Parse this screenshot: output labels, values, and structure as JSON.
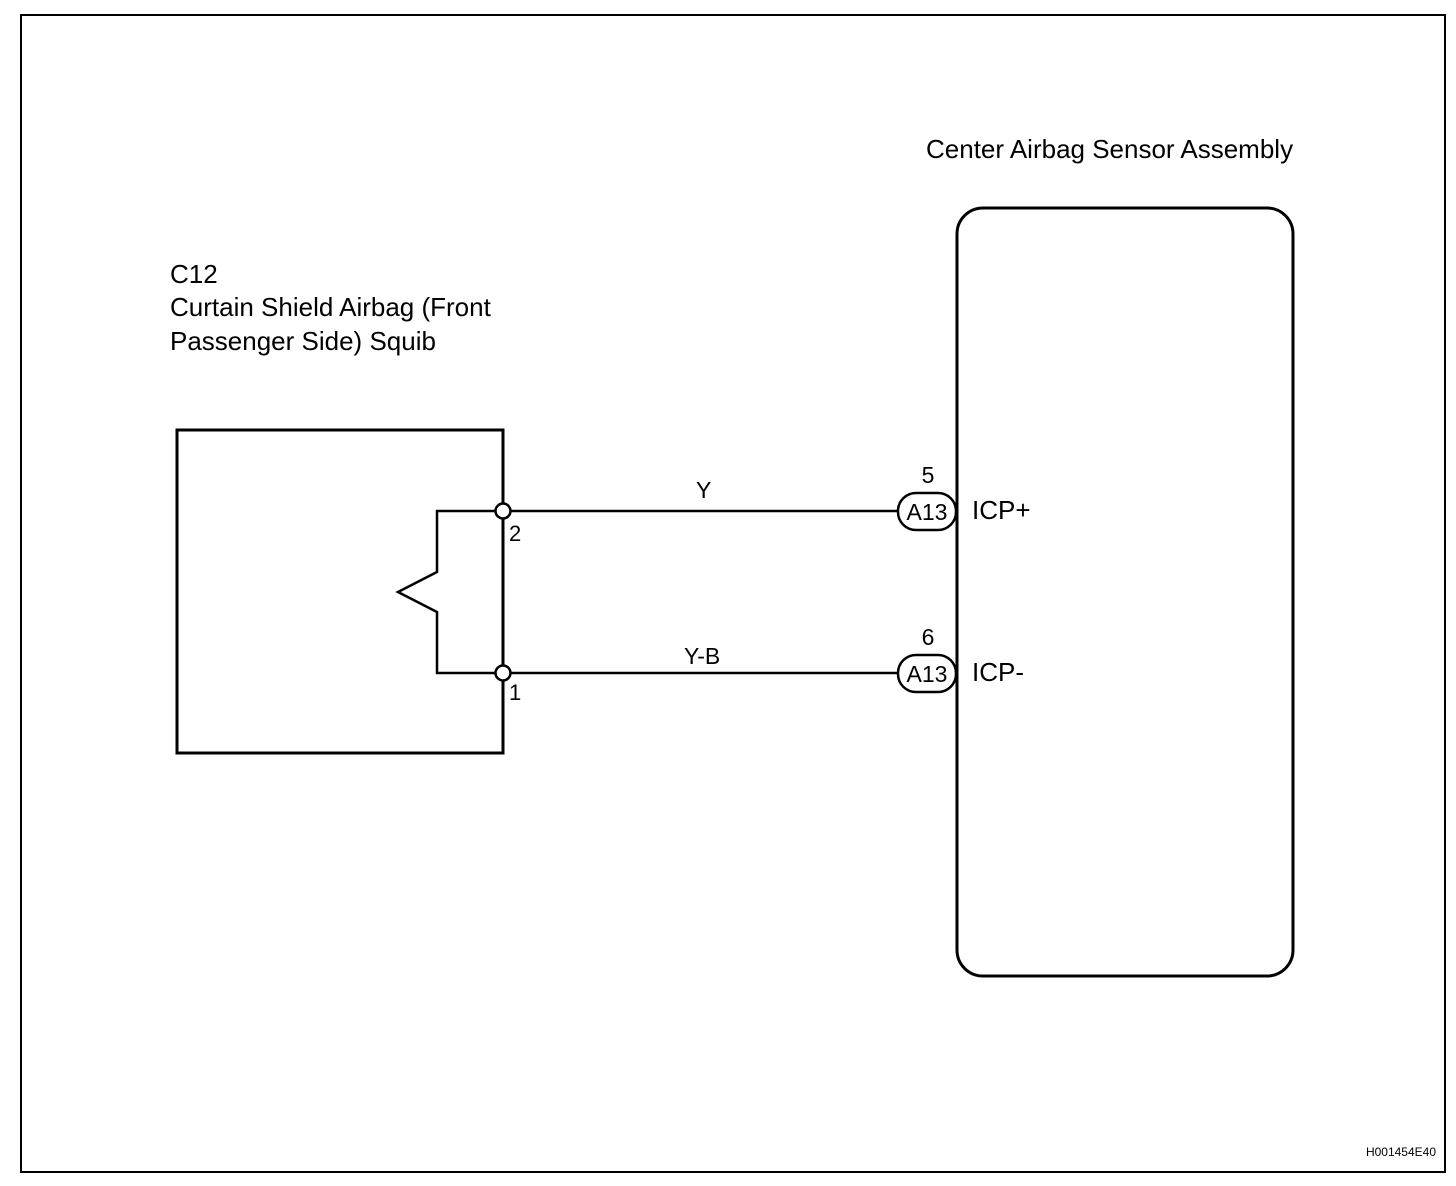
{
  "squib": {
    "code": "C12",
    "name_line1": "Curtain Shield Airbag (Front",
    "name_line2": "Passenger Side) Squib",
    "pin_top": "2",
    "pin_bottom": "1"
  },
  "sensor": {
    "title": "Center Airbag Sensor Assembly"
  },
  "wires": [
    {
      "color": "Y",
      "connector": "A13",
      "pin": "5",
      "signal": "ICP+"
    },
    {
      "color": "Y-B",
      "connector": "A13",
      "pin": "6",
      "signal": "ICP-"
    }
  ],
  "figure_id": "H001454E40"
}
